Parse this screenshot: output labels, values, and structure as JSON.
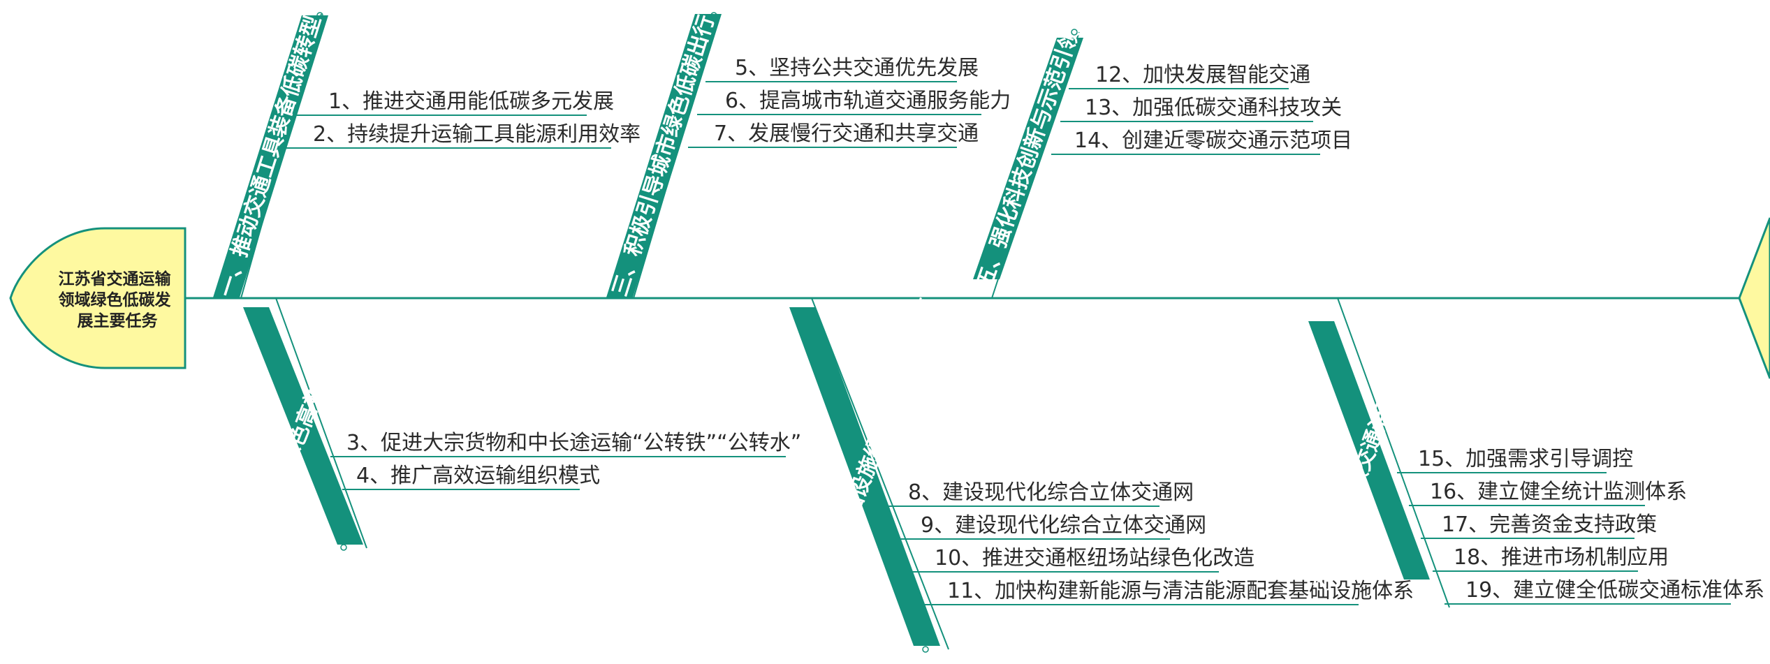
{
  "diagram": {
    "type": "fishbone",
    "colors": {
      "teal": "#14917c",
      "head_fill": "#fef9a0",
      "head_stroke": "#14917c",
      "text": "#2b2b2b"
    },
    "title_lines": [
      "江苏省交通运输",
      "领域绿色低碳发",
      "展主要任务"
    ],
    "categories": [
      {
        "label": "一、推动交通工具装备低碳转型",
        "items": [
          "1、推进交通用能低碳多元发展",
          "2、持续提升运输工具能源利用效率"
        ]
      },
      {
        "label": "二、构建绿色高效货运体系",
        "items": [
          "3、促进大宗货物和中长途运输“公转铁”“公转水”",
          "4、推广高效运输组织模式"
        ]
      },
      {
        "label": "三、积极引导城市绿色低碳出行",
        "items": [
          "5、坚持公共交通优先发展",
          "6、提高城市轨道交通服务能力",
          "7、发展慢行交通和共享交通"
        ]
      },
      {
        "label": "四、推进交通基础设施绿色低碳建设运营",
        "items": [
          "8、建设现代化综合立体交通网",
          "9、建设现代化综合立体交通网",
          "10、推进交通枢纽场站绿色化改造",
          "11、加快构建新能源与清洁能源配套基础设施体系"
        ]
      },
      {
        "label": "五、强化科技创新与示范引领",
        "items": [
          "12、加快发展智能交通",
          "13、加强低碳交通科技攻关",
          "14、创建近零碳交通示范项目"
        ]
      },
      {
        "label": "六、强化低碳交通治理能力提升",
        "items": [
          "15、加强需求引导调控",
          "16、建立健全统计监测体系",
          "17、完善资金支持政策",
          "18、推进市场机制应用",
          "19、建立健全低碳交通标准体系"
        ]
      }
    ]
  }
}
